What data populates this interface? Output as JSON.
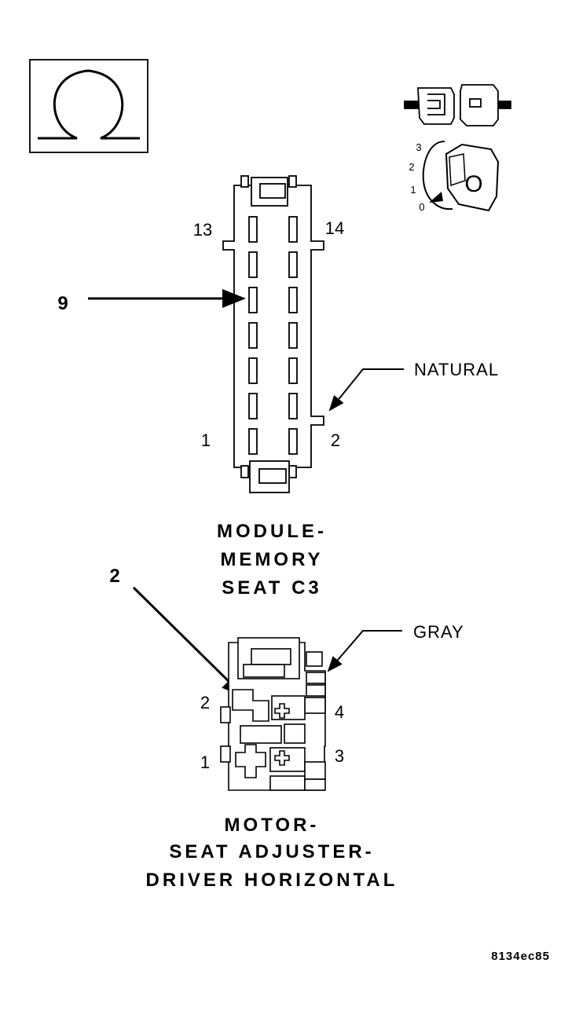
{
  "header_icon": {
    "name": "ohm-symbol-icon"
  },
  "ignition_icon": {
    "positions": [
      "3",
      "2",
      "1",
      "0"
    ],
    "key_label": "O"
  },
  "connector_c3": {
    "pin_labels": {
      "top_left": "13",
      "top_right": "14",
      "bottom_left": "1",
      "bottom_right": "2"
    },
    "callout_ref": "9",
    "color_label": "NATURAL",
    "title_lines": [
      "MODULE-",
      "MEMORY",
      "SEAT C3"
    ]
  },
  "motor_connector": {
    "pin_labels": {
      "p1": "1",
      "p2": "2",
      "p3": "3",
      "p4": "4"
    },
    "callout_ref": "2",
    "color_label": "GRAY",
    "title_lines": [
      "MOTOR-",
      "SEAT ADJUSTER-",
      "DRIVER HORIZONTAL"
    ]
  },
  "figure_id": "8134ec85"
}
